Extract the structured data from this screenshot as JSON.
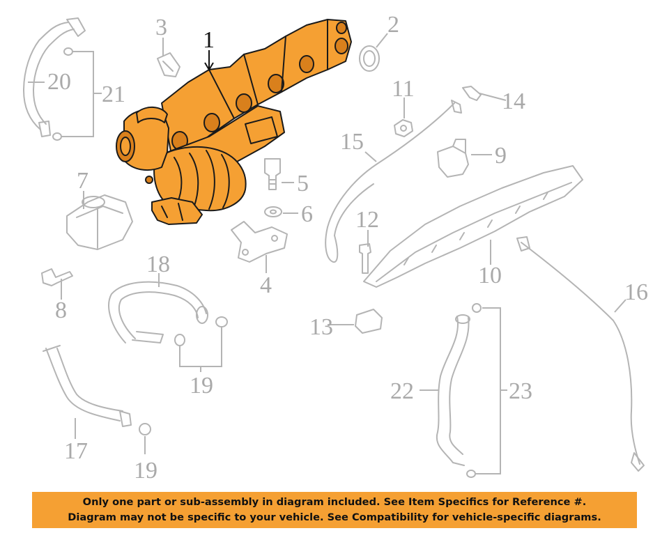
{
  "callouts": {
    "c1": "1",
    "c2": "2",
    "c3": "3",
    "c4": "4",
    "c5": "5",
    "c6": "6",
    "c7": "7",
    "c8": "8",
    "c9": "9",
    "c10": "10",
    "c11": "11",
    "c12": "12",
    "c13": "13",
    "c14": "14",
    "c15": "15",
    "c16": "16",
    "c17": "17",
    "c18": "18",
    "c19a": "19",
    "c19b": "19",
    "c20": "20",
    "c21": "21",
    "c22": "22",
    "c23": "23"
  },
  "highlight_color": "#f5a033",
  "disclaimer": {
    "line1": "Only one part or sub-assembly in diagram included. See Item Specifics for Reference #.",
    "line2": "Diagram may not be specific to your vehicle. See Compatibility for vehicle-specific diagrams."
  }
}
